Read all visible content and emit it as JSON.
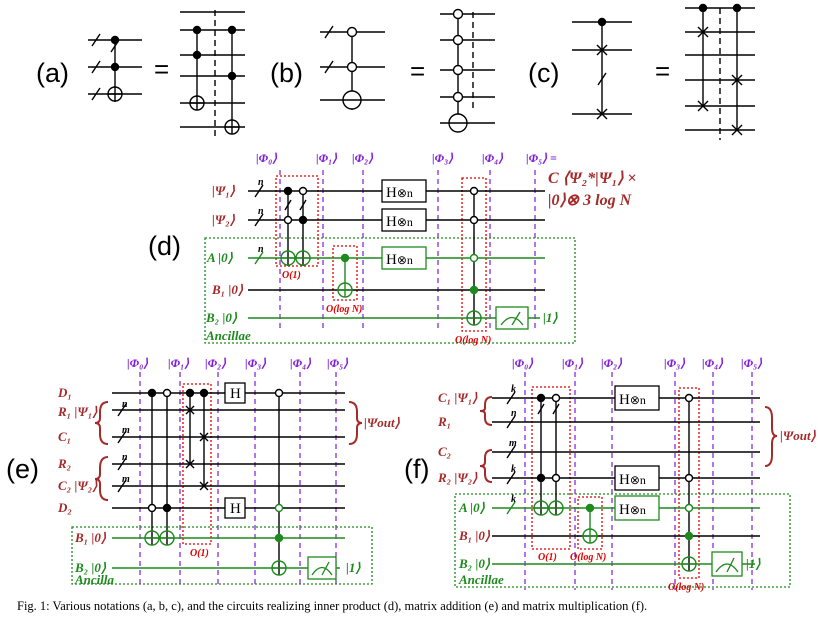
{
  "panels": {
    "a": "(a)",
    "b": "(b)",
    "c": "(c)",
    "d": "(d)",
    "e": "(e)",
    "f": "(f)"
  },
  "equals": "=",
  "d": {
    "phis": [
      "|Φ₀⟩",
      "|Φ₁⟩",
      "|Φ₂⟩",
      "|Φ₃⟩",
      "|Φ₄⟩",
      "|Φ₅⟩ ="
    ],
    "psi1": "|Ψ₁⟩",
    "psi2": "|Ψ₂⟩",
    "a": "A |0⟩",
    "a_sub": "A",
    "b1": "B₁ |0⟩",
    "b2": "B₂ |0⟩",
    "ancillae": "Ancillae",
    "n": "n",
    "o1": "O(1)",
    "ologn1": "O(log N)",
    "ologn2": "O(log N)",
    "h": "H",
    "htimes": "⊗n",
    "out": "|1⟩",
    "formula1": "C ⟨Ψ₂*|Ψ₁⟩ ×",
    "formula2": "|0⟩⊗ 3 log N"
  },
  "e": {
    "phis": [
      "|Φ₀⟩",
      "|Φ₁⟩",
      "|Φ₂⟩",
      "|Φ₃⟩",
      "|Φ₄⟩",
      "|Φ₅⟩"
    ],
    "d1": "D₁",
    "r1": "R₁ |Ψ₁⟩",
    "c1": "C₁",
    "r2": "R₂",
    "c2": "C₂ |Ψ₂⟩",
    "d2": "D₂",
    "b1": "B₁ |0⟩",
    "b2": "B₂ |0⟩",
    "ancilla": "Ancilla",
    "n": "n",
    "m": "m",
    "o1": "O(1)",
    "h": "H",
    "out": "|1⟩",
    "psiout": "|Ψout⟩"
  },
  "f": {
    "phis": [
      "|Φ₀⟩",
      "|Φ₁⟩",
      "|Φ₂⟩",
      "|Φ₃⟩",
      "|Φ₄⟩",
      "|Φ₅⟩"
    ],
    "c1": "C₁ |Ψ₁⟩",
    "r1": "R₁",
    "c2": "C₂",
    "r2": "R₂ |Ψ₂⟩",
    "a": "A |0⟩",
    "a_sub": "A",
    "b1": "B₁ |0⟩",
    "b2": "B₂ |0⟩",
    "ancillae": "Ancillae",
    "k": "k",
    "n": "n",
    "m": "m",
    "o1": "O(1)",
    "ologn1": "O(log N)",
    "ologn2": "O(log N)",
    "h": "H",
    "htimes": "⊗n",
    "out": "|1⟩",
    "psiout": "|Ψout⟩"
  },
  "caption": "Fig. 1: Various notations (a, b, c), and the circuits realizing inner product (d), matrix addition (e) and matrix multiplication (f).",
  "colors": {
    "purple": "#7f1bd8",
    "red": "#e00000",
    "green": "#1d8a1d",
    "brown": "#a52a2a"
  }
}
